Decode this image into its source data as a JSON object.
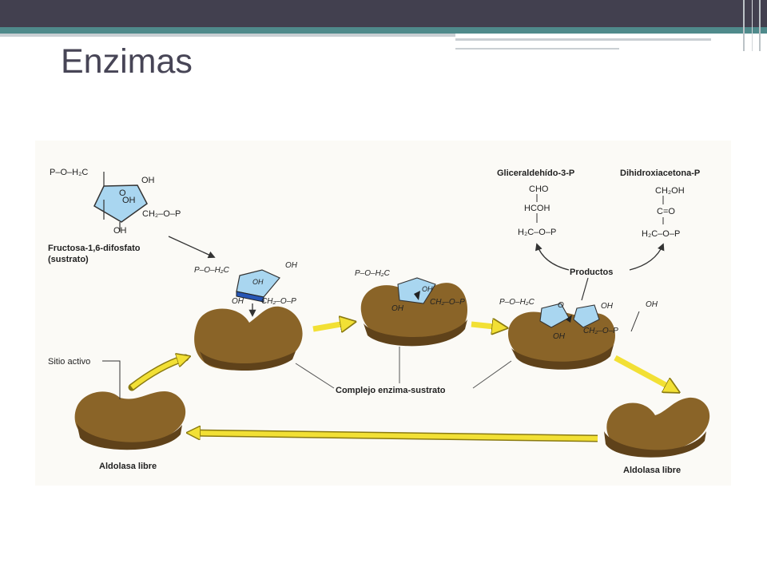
{
  "slide": {
    "title": "Enzimas"
  },
  "colors": {
    "enzyme": "#8a6428",
    "enzyme_dark": "#5f421a",
    "substrate": "#a9d6f0",
    "arrow_yellow": "#f2e035",
    "bar_dark": "#42404f",
    "bar_teal": "#4f8a8b"
  },
  "diagram": {
    "substrate_formula": {
      "left": "P–O–H₂C",
      "oh_top": "OH",
      "o_ring": "O",
      "oh_inner": "OH",
      "ch2op": "CH₂–O–P",
      "oh_bottom": "OH"
    },
    "substrate_label_line1": "Fructosa-1,6-difosfato",
    "substrate_label_line2": "(sustrato)",
    "sitio_activo": "Sitio activo",
    "complejo": "Complejo enzima-sustrato",
    "productos": "Productos",
    "aldolasa_libre_left": "Aldolasa libre",
    "aldolasa_libre_right": "Aldolasa libre",
    "product1": {
      "name": "Gliceraldehído-3-P",
      "l1": "CHO",
      "l2": "HCOH",
      "l3": "H₂C–O–P"
    },
    "product2": {
      "name": "Dihidroxiacetona-P",
      "l1": "CH₂OH",
      "l2": "C=O",
      "l3": "H₂C–O–P"
    },
    "stage1": {
      "left": "P–O–H₂C",
      "oh_top": "OH",
      "oh_inner": "OH",
      "oh_bottom": "OH",
      "ch2op": "CH₂–O–P"
    },
    "stage2": {
      "left": "P–O–H₂C",
      "oh_inner": "OH",
      "oh_bottom": "OH",
      "ch2op": "CH₂–O–P"
    },
    "stage3": {
      "left": "P–O–H₂C",
      "o": "O",
      "oh_top": "OH",
      "oh_far": "OH",
      "oh_bottom": "OH",
      "ch2op": "CH₂–O–P"
    }
  }
}
